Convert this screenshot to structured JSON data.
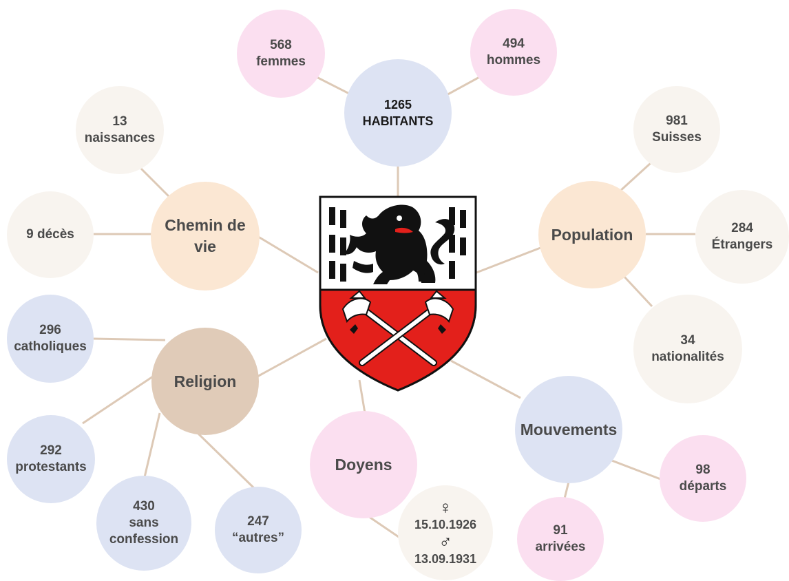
{
  "center": {
    "line1": "1265",
    "line2": "HABITANTS"
  },
  "gender": {
    "women": {
      "value": "568",
      "label": "femmes"
    },
    "men": {
      "value": "494",
      "label": "hommes"
    }
  },
  "life": {
    "title": "Chemin de vie",
    "births": {
      "value": "13",
      "label": "naissances"
    },
    "deaths": {
      "text": "9 décès"
    }
  },
  "population": {
    "title": "Population",
    "swiss": {
      "value": "981",
      "label": "Suisses"
    },
    "foreigners": {
      "value": "284",
      "label": "Étrangers"
    },
    "nationalities": {
      "value": "34",
      "label": "nationalités"
    }
  },
  "religion": {
    "title": "Religion",
    "catholic": {
      "value": "296",
      "label": "catholiques"
    },
    "protestant": {
      "value": "292",
      "label": "protestants"
    },
    "none": {
      "value": "430",
      "line2": "sans",
      "line3": "confession"
    },
    "other": {
      "value": "247",
      "label": "“autres”"
    }
  },
  "movements": {
    "title": "Mouvements",
    "departures": {
      "value": "98",
      "label": "départs"
    },
    "arrivals": {
      "value": "91",
      "label": "arrivées"
    }
  },
  "elders": {
    "title": "Doyens",
    "female_symbol": "♀",
    "female_date": "15.10.1926",
    "male_symbol": "♂",
    "male_date": "13.09.1931"
  },
  "colors": {
    "pink": "#fbdff0",
    "blue": "#dde3f3",
    "cream": "#f8f4ef",
    "peach": "#fbe7d3",
    "tan": "#e0cbb8",
    "line": "#ddc9b6",
    "shield_red": "#e3201b"
  },
  "icons": {
    "coat_of_arms": "coat-of-arms-lion-halberds"
  }
}
